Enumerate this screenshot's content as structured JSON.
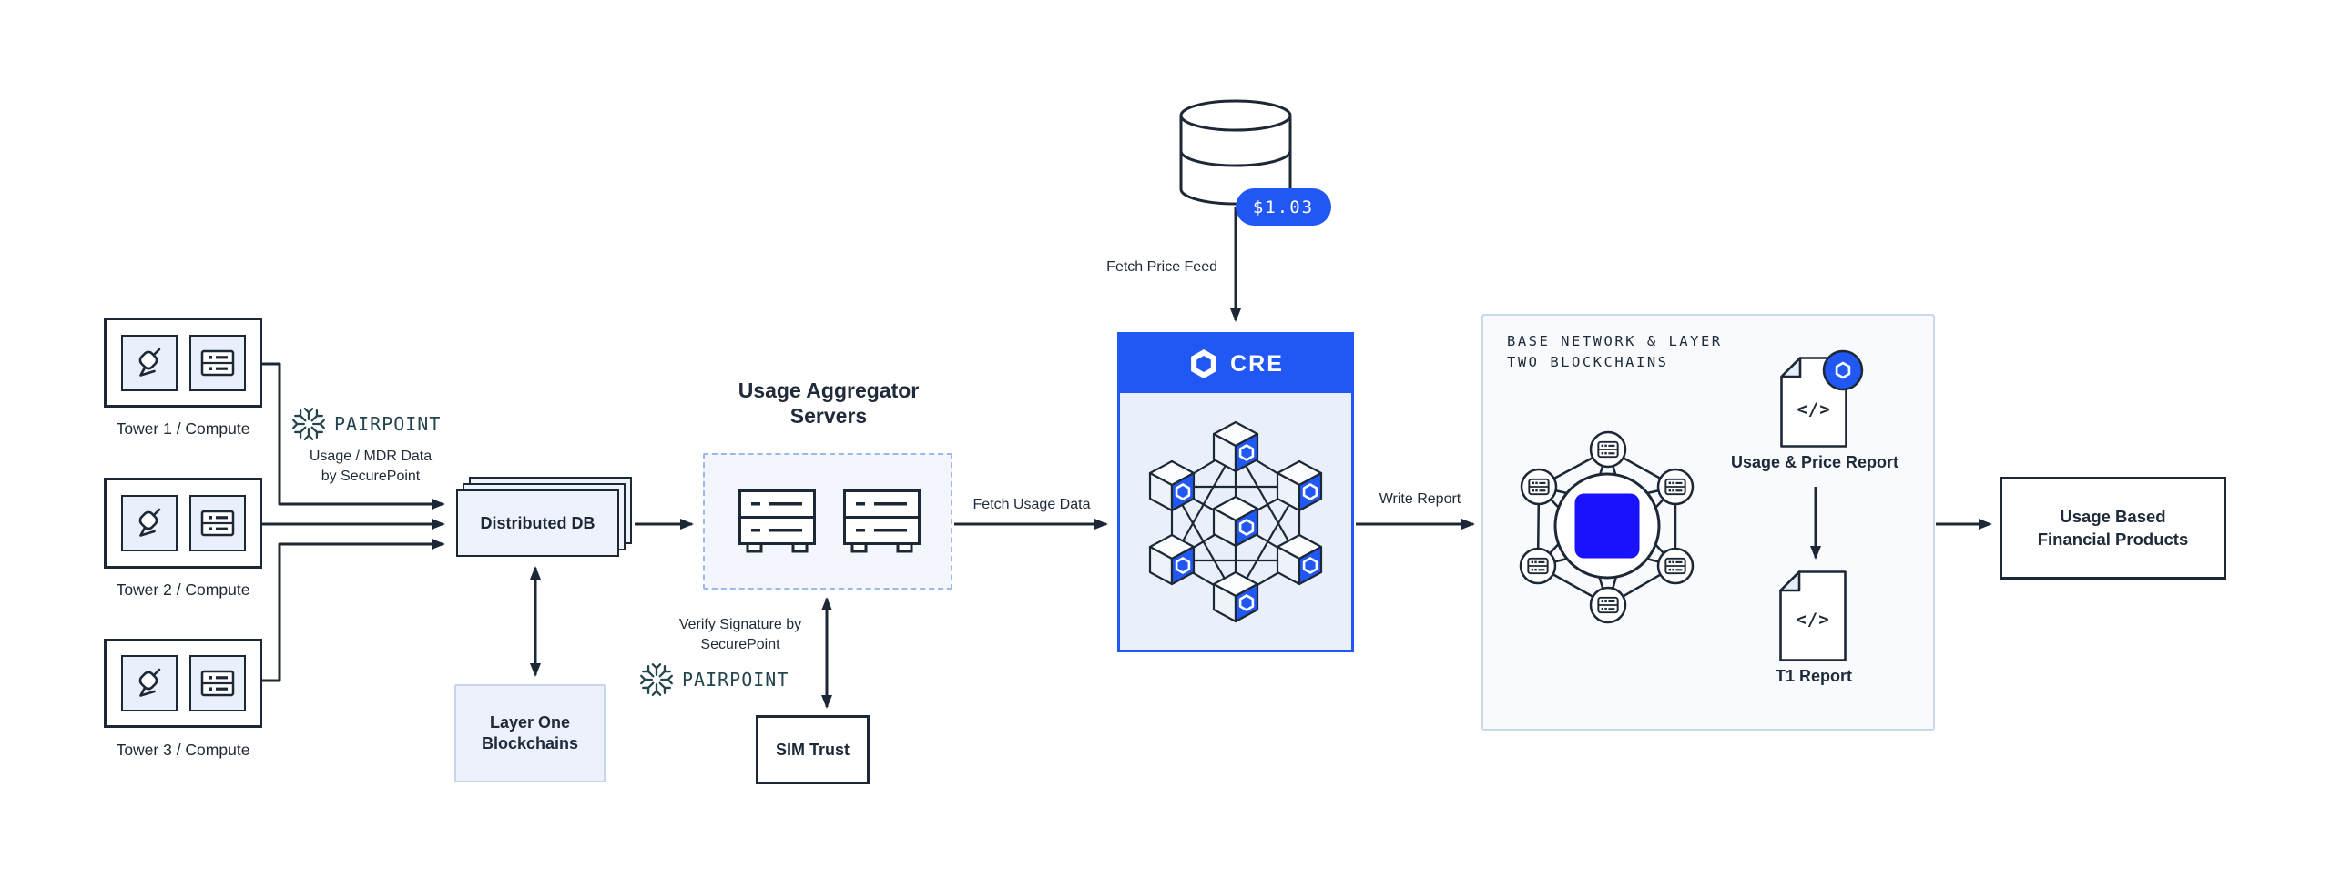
{
  "colors": {
    "accent_blue": "#2158f3",
    "base_blue": "#1a12fa",
    "outline_dark": "#1c2836",
    "pairpoint_teal": "#23454e"
  },
  "towers": [
    {
      "label": "Tower 1 / Compute"
    },
    {
      "label": "Tower 2 / Compute"
    },
    {
      "label": "Tower 3 / Compute"
    }
  ],
  "pairpoint": {
    "brand": "PAIRPOINT",
    "usage_note": "Usage / MDR Data\nby SecurePoint",
    "verify_note": "Verify Signature by\nSecurePoint"
  },
  "distributed_db": {
    "label": "Distributed DB"
  },
  "layer_one": {
    "label": "Layer One\nBlockchains"
  },
  "aggregator": {
    "title": "Usage Aggregator\nServers"
  },
  "sim_trust": {
    "label": "SIM Trust"
  },
  "price_feed": {
    "badge": "$1.03",
    "label": "Fetch Price Feed"
  },
  "flows": {
    "fetch_usage": "Fetch Usage Data",
    "write_report": "Write Report"
  },
  "cre": {
    "label": "CRE"
  },
  "base_panel": {
    "heading": "BASE NETWORK & LAYER\nTWO BLOCKCHAINS",
    "usage_price_report": "Usage & Price Report",
    "t1_report": "T1 Report",
    "code_glyph": "</>"
  },
  "financial_products": {
    "label": "Usage Based\nFinancial Products"
  }
}
